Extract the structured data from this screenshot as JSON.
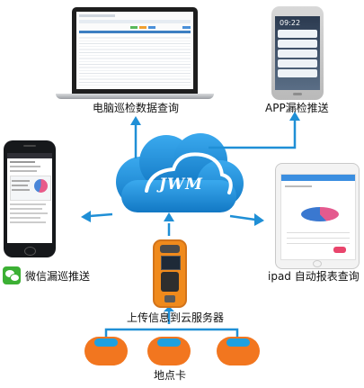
{
  "labels": {
    "laptop": "电脑巡检数据查询",
    "app": "APP漏检推送",
    "wechat": "微信漏巡推送",
    "ipad": "ipad 自动报表查询",
    "upload": "上传信息到云服务器",
    "tags": "地点卡"
  },
  "cloud": {
    "logo": "JWM"
  },
  "phone": {
    "time": "09:22"
  },
  "colors": {
    "arrow": "#1f8fd6",
    "cloud": "#1b95e0",
    "device_orange": "#f08a1c",
    "tag_orange": "#f2761f",
    "tag_blue": "#1ea0e0",
    "wechat_green": "#3cb034"
  }
}
